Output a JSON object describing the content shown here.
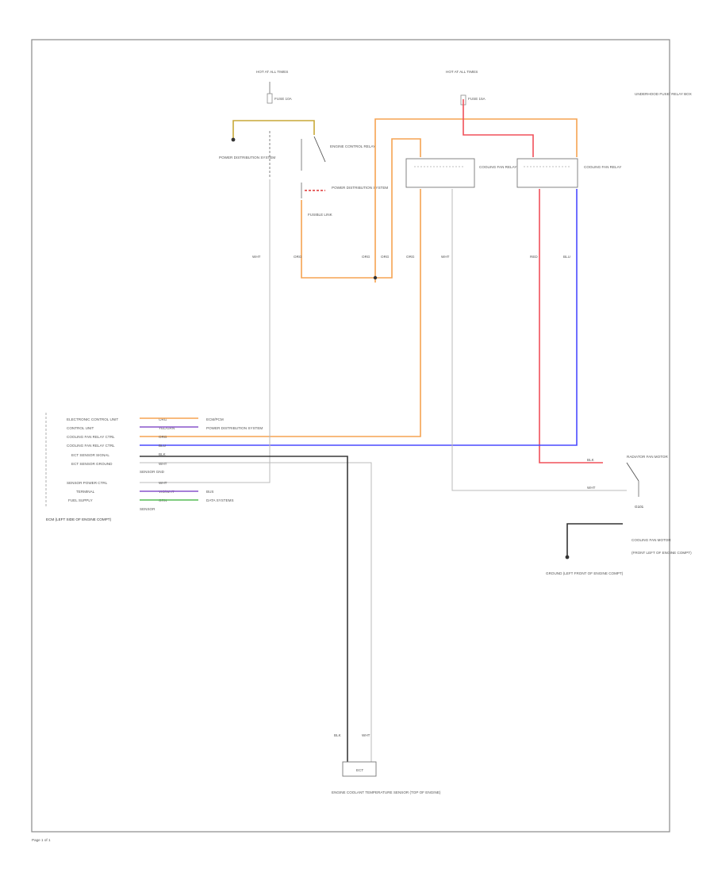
{
  "diagram": {
    "colors": {
      "frame": "#8a8a8a",
      "wire_orange": "#f5a352",
      "wire_red": "#f0505a",
      "wire_blue": "#4a4aff",
      "wire_dark": "#3a3a3a",
      "wire_gray": "#b8b8b8",
      "wire_yellow": "#c8a838",
      "wire_violet": "#8855cc",
      "wire_green": "#55bb55"
    },
    "top": {
      "fuse_left": {
        "label": "HOT AT ALL TIMES",
        "fuse": "FUSE 10A"
      },
      "fuse_right": {
        "label": "HOT AT ALL TIMES",
        "fuse": "FUSE 15A"
      },
      "right_note": "UNDERHOOD FUSE/ RELAY BOX",
      "power_dist": "POWER DISTRIBUTION SYSTEM",
      "engine_relay": "ENGINE CONTROL RELAY",
      "relay_c": "COOLING FAN RELAY",
      "relay_d": "COOLING FAN RELAY",
      "power_dist2": "POWER DISTRIBUTION SYSTEM",
      "fusible": "FUSIBLE LINK",
      "wire_tags": [
        "WHT",
        "ORG",
        "ORG",
        "ORG",
        "ORG",
        "WHT",
        "RED",
        "BLU"
      ]
    },
    "ecm": {
      "pins": [
        {
          "name": "ELECTRONIC CONTROL UNIT",
          "color": "ORG"
        },
        {
          "name": "CONTROL UNIT",
          "color": "YEL/GRN"
        },
        {
          "name": "COOLING FAN RELAY CTRL",
          "color": "ORG"
        },
        {
          "name": "COOLING FAN RELAY CTRL",
          "color": "BLU"
        },
        {
          "name": "ECT SENSOR SIGNAL",
          "color": "BLK"
        },
        {
          "name": "ECT SENSOR GROUND",
          "color": "WHT"
        },
        {
          "name": "SENSOR GND",
          "color": ""
        },
        {
          "name": "SENSOR POWER CTRL",
          "color": "WHT"
        },
        {
          "name": "TERMINAL",
          "color": "VIO/WHT"
        },
        {
          "name": "FUEL SUPPLY",
          "color": "GRN"
        },
        {
          "name": "SENSOR",
          "color": ""
        }
      ],
      "notes": [
        "ECM/PCM",
        "POWER DISTRIBUTION SYSTEM",
        "BUS",
        "DATA SYSTEMS"
      ],
      "label": "ECM (LEFT SIDE OF ENGINE COMPT)"
    },
    "motor": {
      "wire_tags": [
        "BLK",
        "WHT"
      ],
      "right_label": "RADIATOR FAN MOTOR",
      "lower_labels": [
        "COOLING FAN MOTOR",
        "(FRONT LEFT OF ENGINE COMPT)"
      ],
      "ground_label": "GROUND (LEFT FRONT OF ENGINE COMPT)",
      "gnd_tag": "G101"
    },
    "sensor": {
      "wire_tags": [
        "BLK",
        "WHT"
      ],
      "label": "ENGINE COOLANT TEMPERATURE SENSOR (TOP OF ENGINE)",
      "symbol": "ECT"
    },
    "page_tag": "Page 1 of 1"
  }
}
